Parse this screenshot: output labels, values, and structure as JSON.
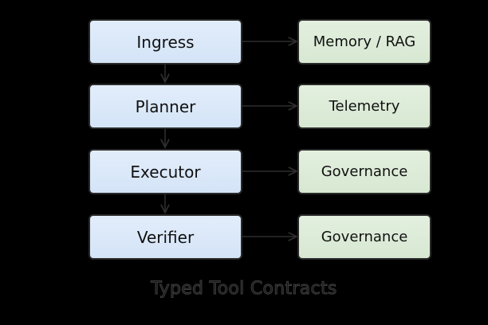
{
  "stages": [
    {
      "label": "Ingress",
      "target": "Memory / RAG"
    },
    {
      "label": "Planner",
      "target": "Telemetry"
    },
    {
      "label": "Executor",
      "target": "Governance"
    },
    {
      "label": "Verifier",
      "target": "Governance"
    }
  ],
  "caption": "Typed Tool Contracts",
  "colors": {
    "background": "#000000",
    "stage_fill": "#d9e7f8",
    "target_fill": "#dcebd7",
    "border": "#2a2a2a",
    "arrow": "#2e2e2e"
  }
}
